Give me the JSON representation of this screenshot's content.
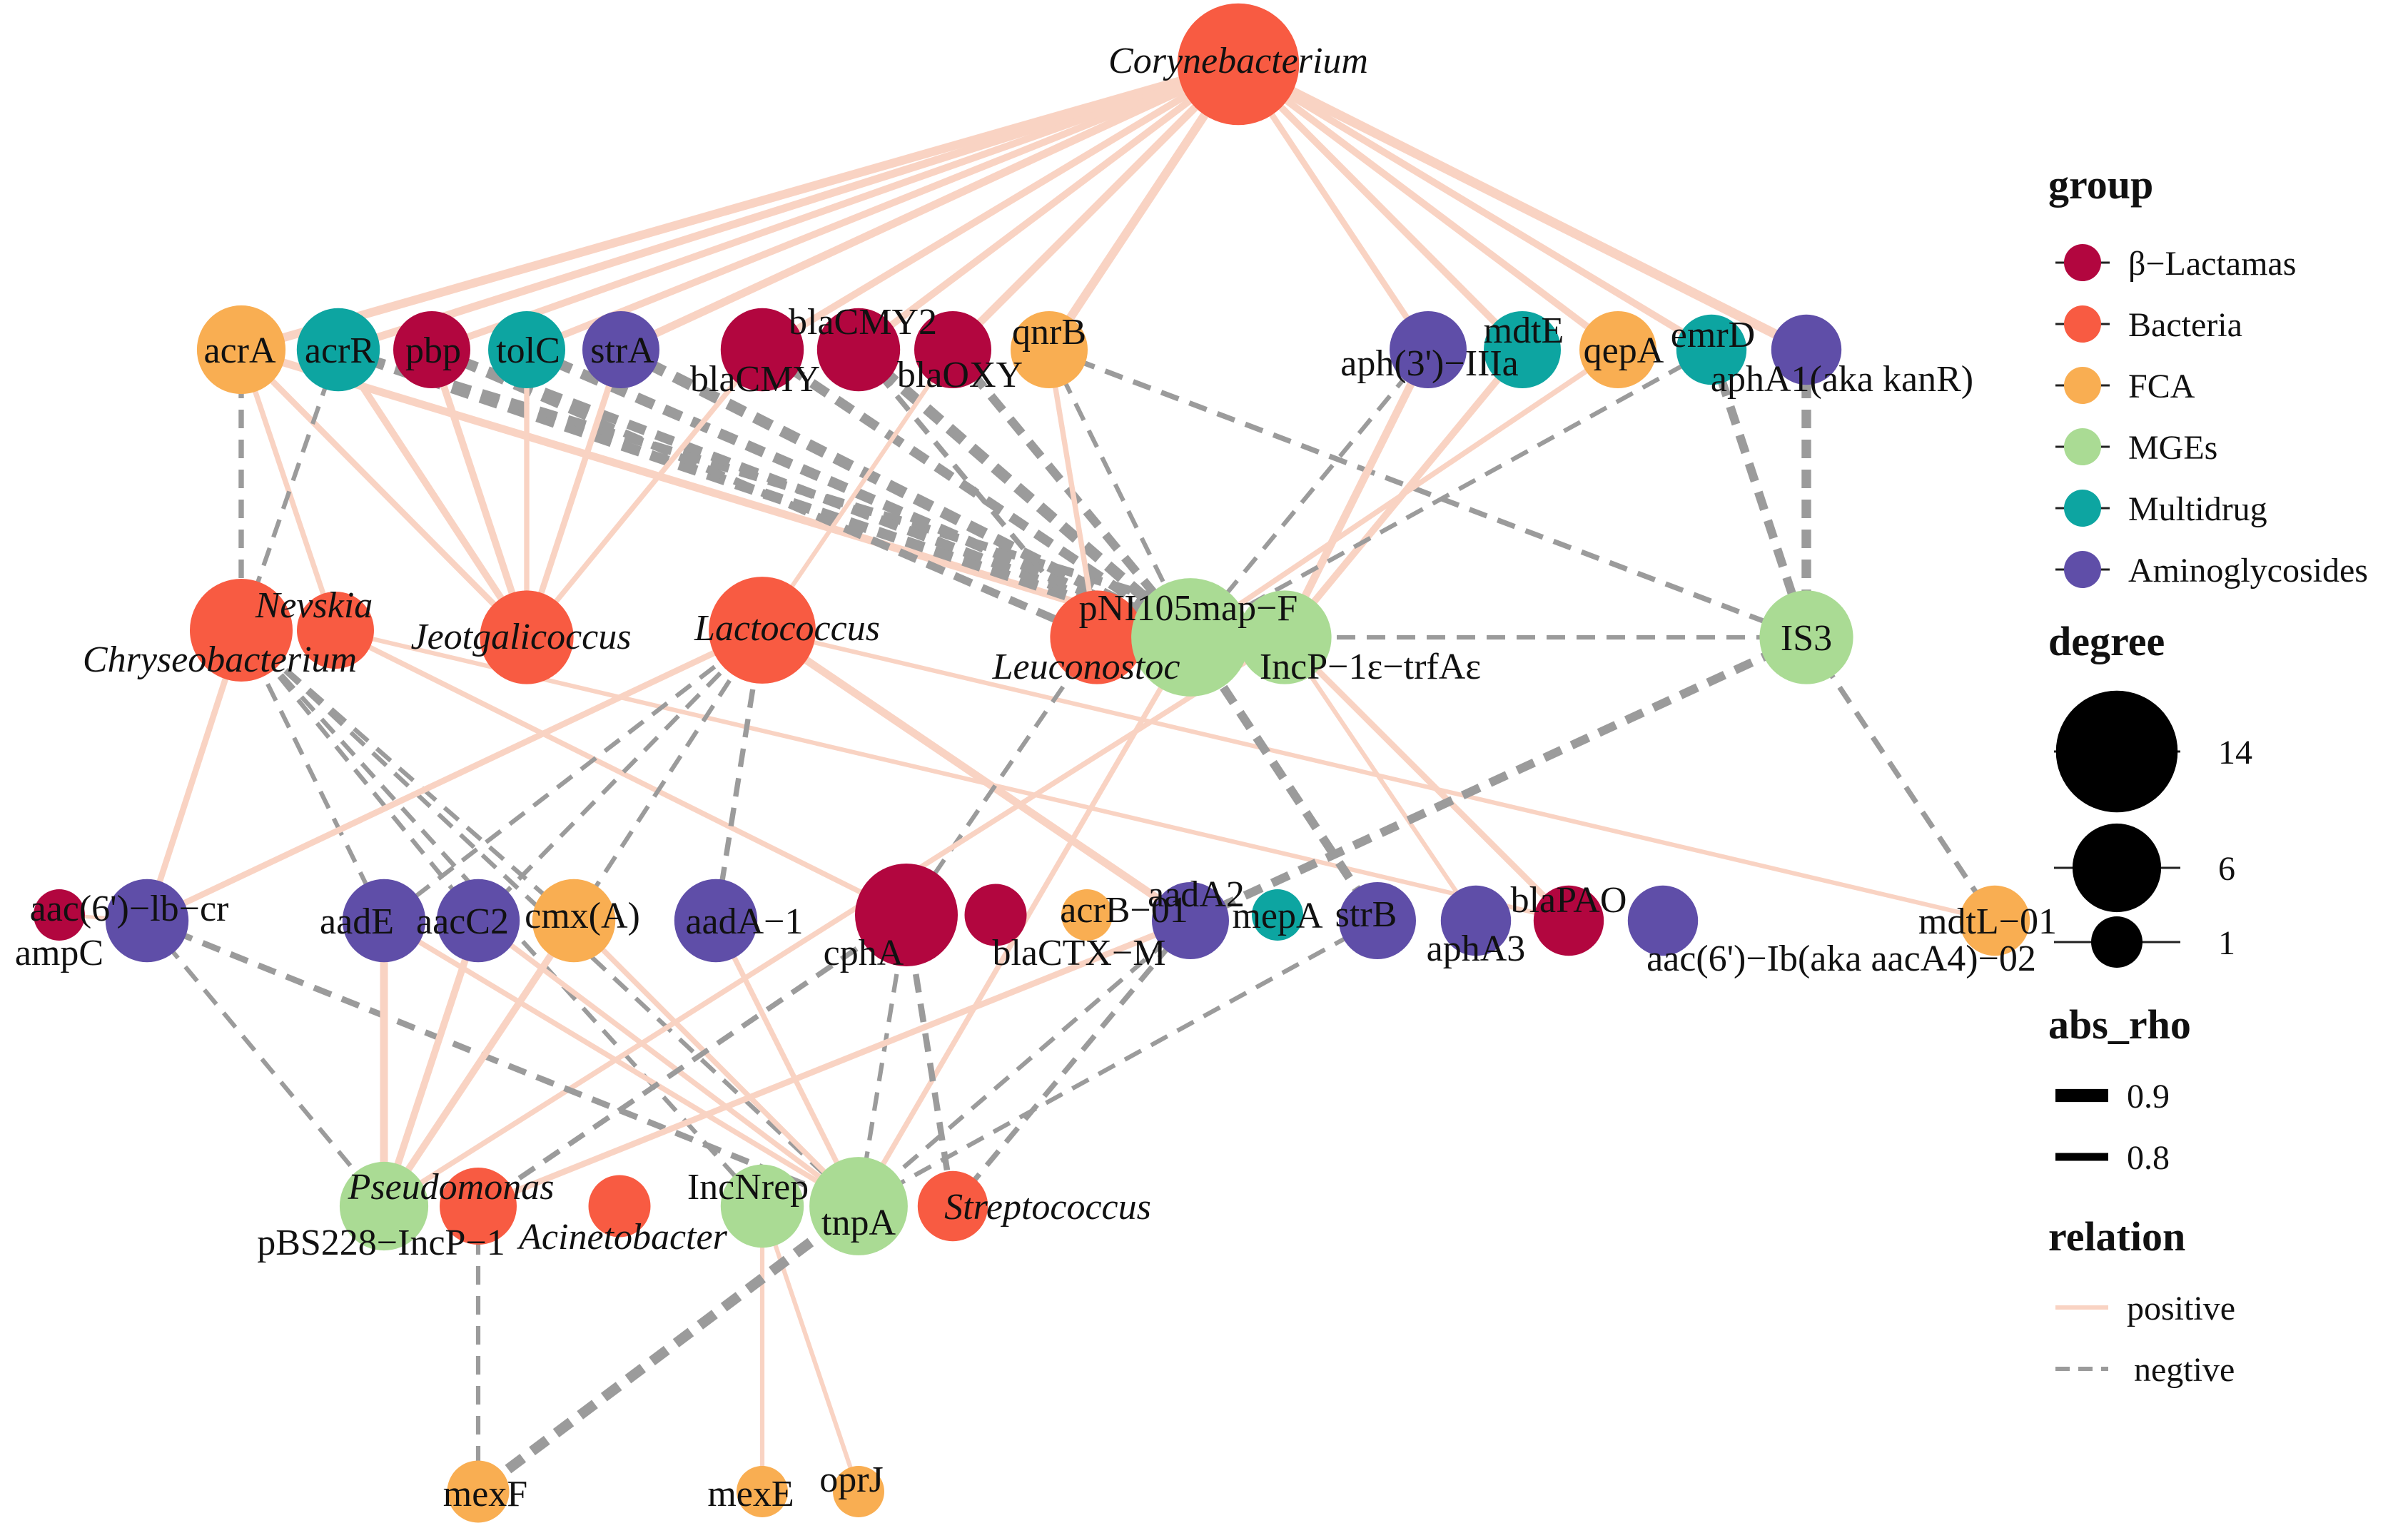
{
  "colors": {
    "group": {
      "b_lactamas": "#b2063f",
      "bacteria": "#f85b42",
      "fca": "#f9ae52",
      "mges": "#aadb94",
      "multidrug": "#0da5a1",
      "aminoglycosides": "#5f4ea8"
    },
    "positive": "#f9d3c3",
    "negative": "#9b9b9b"
  },
  "nodes": [
    {
      "id": "Corynebacterium",
      "label": "Corynebacterium",
      "group": "bacteria",
      "degree": 14,
      "italic": true
    },
    {
      "id": "acrA",
      "label": "acrA",
      "group": "fca",
      "degree": 6,
      "italic": false
    },
    {
      "id": "acrR",
      "label": "acrR",
      "group": "multidrug",
      "degree": 5,
      "italic": false
    },
    {
      "id": "pbp",
      "label": "pbp",
      "group": "b_lactamas",
      "degree": 4,
      "italic": false
    },
    {
      "id": "tolC",
      "label": "tolC",
      "group": "multidrug",
      "degree": 4,
      "italic": false
    },
    {
      "id": "strA",
      "label": "strA",
      "group": "aminoglycosides",
      "degree": 4,
      "italic": false
    },
    {
      "id": "blaCMY",
      "label": "blaCMY",
      "group": "b_lactamas",
      "degree": 5,
      "italic": false
    },
    {
      "id": "blaCMY2",
      "label": "blaCMY2",
      "group": "b_lactamas",
      "degree": 5,
      "italic": false
    },
    {
      "id": "blaOXY",
      "label": "blaOXY",
      "group": "b_lactamas",
      "degree": 4,
      "italic": false
    },
    {
      "id": "qnrB",
      "label": "qnrB",
      "group": "fca",
      "degree": 4,
      "italic": false
    },
    {
      "id": "aph3",
      "label": "aph(3')−IIIa",
      "group": "aminoglycosides",
      "degree": 4,
      "italic": false
    },
    {
      "id": "mdtE",
      "label": "mdtE",
      "group": "multidrug",
      "degree": 4,
      "italic": false
    },
    {
      "id": "qepA",
      "label": "qepA",
      "group": "fca",
      "degree": 4,
      "italic": false
    },
    {
      "id": "emrD",
      "label": "emrD",
      "group": "multidrug",
      "degree": 3,
      "italic": false
    },
    {
      "id": "aphA1",
      "label": "aphA1(aka kanR)",
      "group": "aminoglycosides",
      "degree": 3,
      "italic": false
    },
    {
      "id": "Chryseobacterium",
      "label": "Chryseobacterium",
      "group": "bacteria",
      "degree": 9,
      "italic": true
    },
    {
      "id": "Nevskia",
      "label": "Nevskia",
      "group": "bacteria",
      "degree": 4,
      "italic": true
    },
    {
      "id": "Jeotgalicoccus",
      "label": "Jeotgalicoccus",
      "group": "bacteria",
      "degree": 7,
      "italic": true
    },
    {
      "id": "Lactococcus",
      "label": "Lactococcus",
      "group": "bacteria",
      "degree": 10,
      "italic": true
    },
    {
      "id": "Leuconostoc",
      "label": "Leuconostoc",
      "group": "bacteria",
      "degree": 7,
      "italic": true
    },
    {
      "id": "pNI105",
      "label": "pNI105map−F",
      "group": "mges",
      "degree": 13,
      "italic": false
    },
    {
      "id": "IncP1e",
      "label": "IncP−1ε−trfAε",
      "group": "mges",
      "degree": 7,
      "italic": false
    },
    {
      "id": "IS3",
      "label": "IS3",
      "group": "mges",
      "degree": 7,
      "italic": false
    },
    {
      "id": "ampC",
      "label": "ampC",
      "group": "b_lactamas",
      "degree": 1,
      "italic": false
    },
    {
      "id": "aac6lbcr",
      "label": "aac(6')−lb−cr",
      "group": "aminoglycosides",
      "degree": 5,
      "italic": false
    },
    {
      "id": "aadE",
      "label": "aadE",
      "group": "aminoglycosides",
      "degree": 5,
      "italic": false
    },
    {
      "id": "aacC2",
      "label": "aacC2",
      "group": "aminoglycosides",
      "degree": 5,
      "italic": false
    },
    {
      "id": "cmxA",
      "label": "cmx(A)",
      "group": "fca",
      "degree": 5,
      "italic": false
    },
    {
      "id": "aadA1",
      "label": "aadA−1",
      "group": "aminoglycosides",
      "degree": 5,
      "italic": false
    },
    {
      "id": "cphA",
      "label": "cphA",
      "group": "b_lactamas",
      "degree": 9,
      "italic": false
    },
    {
      "id": "blaCTXM",
      "label": "blaCTX−M",
      "group": "b_lactamas",
      "degree": 2,
      "italic": false
    },
    {
      "id": "acrB01",
      "label": "acrB−01",
      "group": "fca",
      "degree": 1,
      "italic": false
    },
    {
      "id": "aadA2",
      "label": "aadA2",
      "group": "aminoglycosides",
      "degree": 4,
      "italic": false
    },
    {
      "id": "mepA",
      "label": "mepA",
      "group": "multidrug",
      "degree": 1,
      "italic": false
    },
    {
      "id": "strB",
      "label": "strB",
      "group": "aminoglycosides",
      "degree": 4,
      "italic": false
    },
    {
      "id": "aphA3",
      "label": "aphA3",
      "group": "aminoglycosides",
      "degree": 3,
      "italic": false
    },
    {
      "id": "blaPAO",
      "label": "blaPAO",
      "group": "b_lactamas",
      "degree": 3,
      "italic": false
    },
    {
      "id": "aac6Ib",
      "label": "aac(6')−Ib(aka aacA4)−02",
      "group": "aminoglycosides",
      "degree": 3,
      "italic": false
    },
    {
      "id": "mdtL01",
      "label": "mdtL−01",
      "group": "fca",
      "degree": 3,
      "italic": false
    },
    {
      "id": "pBS228",
      "label": "pBS228−IncP−1",
      "group": "mges",
      "degree": 6,
      "italic": false
    },
    {
      "id": "Pseudomonas",
      "label": "Pseudomonas",
      "group": "bacteria",
      "degree": 4,
      "italic": true
    },
    {
      "id": "Acinetobacter",
      "label": "Acinetobacter",
      "group": "bacteria",
      "degree": 2,
      "italic": true
    },
    {
      "id": "IncNrep",
      "label": "IncNrep",
      "group": "mges",
      "degree": 5,
      "italic": false
    },
    {
      "id": "tnpA",
      "label": "tnpA",
      "group": "mges",
      "degree": 8,
      "italic": false
    },
    {
      "id": "Streptococcus",
      "label": "Streptococcus",
      "group": "bacteria",
      "degree": 3,
      "italic": true
    },
    {
      "id": "mexF",
      "label": "mexF",
      "group": "fca",
      "degree": 2,
      "italic": false
    },
    {
      "id": "mexE",
      "label": "mexE",
      "group": "fca",
      "degree": 1,
      "italic": false
    },
    {
      "id": "oprJ",
      "label": "oprJ",
      "group": "fca",
      "degree": 1,
      "italic": false
    }
  ],
  "edges": [
    {
      "s": "Corynebacterium",
      "t": "acrA",
      "rel": "positive",
      "rho": 0.86
    },
    {
      "s": "Corynebacterium",
      "t": "acrR",
      "rel": "positive",
      "rho": 0.85
    },
    {
      "s": "Corynebacterium",
      "t": "pbp",
      "rel": "positive",
      "rho": 0.84
    },
    {
      "s": "Corynebacterium",
      "t": "tolC",
      "rel": "positive",
      "rho": 0.84
    },
    {
      "s": "Corynebacterium",
      "t": "strA",
      "rel": "positive",
      "rho": 0.85
    },
    {
      "s": "Corynebacterium",
      "t": "blaCMY",
      "rel": "positive",
      "rho": 0.84
    },
    {
      "s": "Corynebacterium",
      "t": "blaCMY2",
      "rel": "positive",
      "rho": 0.84
    },
    {
      "s": "Corynebacterium",
      "t": "blaOXY",
      "rel": "positive",
      "rho": 0.85
    },
    {
      "s": "Corynebacterium",
      "t": "qnrB",
      "rel": "positive",
      "rho": 0.86
    },
    {
      "s": "Corynebacterium",
      "t": "aph3",
      "rel": "positive",
      "rho": 0.83
    },
    {
      "s": "Corynebacterium",
      "t": "mdtE",
      "rel": "positive",
      "rho": 0.84
    },
    {
      "s": "Corynebacterium",
      "t": "qepA",
      "rel": "positive",
      "rho": 0.84
    },
    {
      "s": "Corynebacterium",
      "t": "emrD",
      "rel": "positive",
      "rho": 0.84
    },
    {
      "s": "Corynebacterium",
      "t": "aphA1",
      "rel": "positive",
      "rho": 0.87
    },
    {
      "s": "acrA",
      "t": "Chryseobacterium",
      "rel": "negative",
      "rho": 0.82
    },
    {
      "s": "acrA",
      "t": "Nevskia",
      "rel": "positive",
      "rho": 0.82
    },
    {
      "s": "acrA",
      "t": "Jeotgalicoccus",
      "rel": "positive",
      "rho": 0.83
    },
    {
      "s": "acrA",
      "t": "pNI105",
      "rel": "positive",
      "rho": 0.85
    },
    {
      "s": "acrR",
      "t": "Chryseobacterium",
      "rel": "negative",
      "rho": 0.81
    },
    {
      "s": "acrR",
      "t": "Jeotgalicoccus",
      "rel": "positive",
      "rho": 0.84
    },
    {
      "s": "acrR",
      "t": "pNI105",
      "rel": "negative",
      "rho": 0.88
    },
    {
      "s": "acrR",
      "t": "IncP1e",
      "rel": "negative",
      "rho": 0.86
    },
    {
      "s": "pbp",
      "t": "Jeotgalicoccus",
      "rel": "positive",
      "rho": 0.84
    },
    {
      "s": "pbp",
      "t": "pNI105",
      "rel": "negative",
      "rho": 0.87
    },
    {
      "s": "pbp",
      "t": "Leuconostoc",
      "rel": "negative",
      "rho": 0.85
    },
    {
      "s": "tolC",
      "t": "Jeotgalicoccus",
      "rel": "positive",
      "rho": 0.82
    },
    {
      "s": "tolC",
      "t": "pNI105",
      "rel": "negative",
      "rho": 0.88
    },
    {
      "s": "strA",
      "t": "Jeotgalicoccus",
      "rel": "positive",
      "rho": 0.83
    },
    {
      "s": "strA",
      "t": "pNI105",
      "rel": "negative",
      "rho": 0.89
    },
    {
      "s": "blaCMY",
      "t": "Jeotgalicoccus",
      "rel": "positive",
      "rho": 0.82
    },
    {
      "s": "blaCMY",
      "t": "pNI105",
      "rel": "negative",
      "rho": 0.87
    },
    {
      "s": "blaCMY2",
      "t": "pNI105",
      "rel": "negative",
      "rho": 0.89
    },
    {
      "s": "blaCMY2",
      "t": "Leuconostoc",
      "rel": "negative",
      "rho": 0.82
    },
    {
      "s": "blaOXY",
      "t": "pNI105",
      "rel": "negative",
      "rho": 0.86
    },
    {
      "s": "blaOXY",
      "t": "Lactococcus",
      "rel": "positive",
      "rho": 0.81
    },
    {
      "s": "qnrB",
      "t": "IS3",
      "rel": "negative",
      "rho": 0.82
    },
    {
      "s": "qnrB",
      "t": "pNI105",
      "rel": "negative",
      "rho": 0.81
    },
    {
      "s": "qnrB",
      "t": "Leuconostoc",
      "rel": "positive",
      "rho": 0.82
    },
    {
      "s": "aph3",
      "t": "pNI105",
      "rel": "negative",
      "rho": 0.81
    },
    {
      "s": "aph3",
      "t": "IncP1e",
      "rel": "positive",
      "rho": 0.85
    },
    {
      "s": "mdtE",
      "t": "IncP1e",
      "rel": "positive",
      "rho": 0.84
    },
    {
      "s": "qepA",
      "t": "pNI105",
      "rel": "positive",
      "rho": 0.82
    },
    {
      "s": "emrD",
      "t": "IS3",
      "rel": "negative",
      "rho": 0.86
    },
    {
      "s": "emrD",
      "t": "pNI105",
      "rel": "negative",
      "rho": 0.81
    },
    {
      "s": "aphA1",
      "t": "IS3",
      "rel": "negative",
      "rho": 0.87
    },
    {
      "s": "Chryseobacterium",
      "t": "aac6lbcr",
      "rel": "positive",
      "rho": 0.83
    },
    {
      "s": "Chryseobacterium",
      "t": "aadE",
      "rel": "negative",
      "rho": 0.81
    },
    {
      "s": "Chryseobacterium",
      "t": "aacC2",
      "rel": "negative",
      "rho": 0.81
    },
    {
      "s": "Chryseobacterium",
      "t": "cmxA",
      "rel": "negative",
      "rho": 0.81
    },
    {
      "s": "Chryseobacterium",
      "t": "tnpA",
      "rel": "negative",
      "rho": 0.81
    },
    {
      "s": "Chryseobacterium",
      "t": "IncNrep",
      "rel": "negative",
      "rho": 0.81
    },
    {
      "s": "Nevskia",
      "t": "cphA",
      "rel": "positive",
      "rho": 0.82
    },
    {
      "s": "Nevskia",
      "t": "blaPAO",
      "rel": "positive",
      "rho": 0.81
    },
    {
      "s": "Lactococcus",
      "t": "aac6lbcr",
      "rel": "positive",
      "rho": 0.83
    },
    {
      "s": "Lactococcus",
      "t": "aadE",
      "rel": "negative",
      "rho": 0.81
    },
    {
      "s": "Lactococcus",
      "t": "aacC2",
      "rel": "negative",
      "rho": 0.81
    },
    {
      "s": "Lactococcus",
      "t": "cmxA",
      "rel": "negative",
      "rho": 0.81
    },
    {
      "s": "Lactococcus",
      "t": "aadA1",
      "rel": "negative",
      "rho": 0.82
    },
    {
      "s": "Lactococcus",
      "t": "aadA2",
      "rel": "positive",
      "rho": 0.85
    },
    {
      "s": "Lactococcus",
      "t": "mdtL01",
      "rel": "positive",
      "rho": 0.81
    },
    {
      "s": "Leuconostoc",
      "t": "cphA",
      "rel": "negative",
      "rho": 0.81
    },
    {
      "s": "Leuconostoc",
      "t": "IS3",
      "rel": "negative",
      "rho": 0.81
    },
    {
      "s": "pNI105",
      "t": "tnpA",
      "rel": "positive",
      "rho": 0.82
    },
    {
      "s": "pNI105",
      "t": "strB",
      "rel": "negative",
      "rho": 0.86
    },
    {
      "s": "IncP1e",
      "t": "aphA3",
      "rel": "positive",
      "rho": 0.81
    },
    {
      "s": "IncP1e",
      "t": "blaPAO",
      "rel": "positive",
      "rho": 0.83
    },
    {
      "s": "IncP1e",
      "t": "pBS228",
      "rel": "positive",
      "rho": 0.82
    },
    {
      "s": "IS3",
      "t": "aadA2",
      "rel": "negative",
      "rho": 0.86
    },
    {
      "s": "IS3",
      "t": "mdtL01",
      "rel": "negative",
      "rho": 0.82
    },
    {
      "s": "aac6lbcr",
      "t": "pBS228",
      "rel": "negative",
      "rho": 0.81
    },
    {
      "s": "aac6lbcr",
      "t": "tnpA",
      "rel": "negative",
      "rho": 0.83
    },
    {
      "s": "aadE",
      "t": "pBS228",
      "rel": "positive",
      "rho": 0.85
    },
    {
      "s": "aadE",
      "t": "tnpA",
      "rel": "positive",
      "rho": 0.82
    },
    {
      "s": "aacC2",
      "t": "pBS228",
      "rel": "positive",
      "rho": 0.84
    },
    {
      "s": "aacC2",
      "t": "tnpA",
      "rel": "positive",
      "rho": 0.82
    },
    {
      "s": "cmxA",
      "t": "pBS228",
      "rel": "positive",
      "rho": 0.84
    },
    {
      "s": "cmxA",
      "t": "tnpA",
      "rel": "positive",
      "rho": 0.82
    },
    {
      "s": "aadA1",
      "t": "tnpA",
      "rel": "positive",
      "rho": 0.82
    },
    {
      "s": "cphA",
      "t": "Pseudomonas",
      "rel": "negative",
      "rho": 0.82
    },
    {
      "s": "cphA",
      "t": "tnpA",
      "rel": "negative",
      "rho": 0.81
    },
    {
      "s": "cphA",
      "t": "Streptococcus",
      "rel": "negative",
      "rho": 0.83
    },
    {
      "s": "aadA2",
      "t": "Pseudomonas",
      "rel": "positive",
      "rho": 0.83
    },
    {
      "s": "aadA2",
      "t": "Streptococcus",
      "rel": "negative",
      "rho": 0.82
    },
    {
      "s": "aadA2",
      "t": "tnpA",
      "rel": "negative",
      "rho": 0.81
    },
    {
      "s": "strB",
      "t": "tnpA",
      "rel": "negative",
      "rho": 0.81
    },
    {
      "s": "Pseudomonas",
      "t": "mexF",
      "rel": "negative",
      "rho": 0.81
    },
    {
      "s": "IncNrep",
      "t": "mexE",
      "rel": "positive",
      "rho": 0.81
    },
    {
      "s": "IncNrep",
      "t": "oprJ",
      "rel": "positive",
      "rho": 0.81
    },
    {
      "s": "tnpA",
      "t": "mexF",
      "rel": "negative",
      "rho": 0.88
    },
    {
      "s": "ampC",
      "t": "aac6lbcr",
      "rel": "positive",
      "rho": 0.8
    }
  ],
  "legend": {
    "group_title": "group",
    "group_items": [
      {
        "key": "b_lactamas",
        "label": "β−Lactamas"
      },
      {
        "key": "bacteria",
        "label": "Bacteria"
      },
      {
        "key": "fca",
        "label": "FCA"
      },
      {
        "key": "mges",
        "label": "MGEs"
      },
      {
        "key": "multidrug",
        "label": "Multidrug"
      },
      {
        "key": "aminoglycosides",
        "label": "Aminoglycosides"
      }
    ],
    "degree_title": "degree",
    "degree_items": [
      {
        "value": 14,
        "label": "14"
      },
      {
        "value": 6,
        "label": "6"
      },
      {
        "value": 1,
        "label": "1"
      }
    ],
    "rho_title": "abs_rho",
    "rho_items": [
      {
        "value": 0.9,
        "label": "0.9"
      },
      {
        "value": 0.8,
        "label": "0.8"
      }
    ],
    "relation_title": "relation",
    "relation_items": [
      {
        "key": "positive",
        "label": "positive"
      },
      {
        "key": "negative",
        "label": "negtive"
      }
    ]
  }
}
